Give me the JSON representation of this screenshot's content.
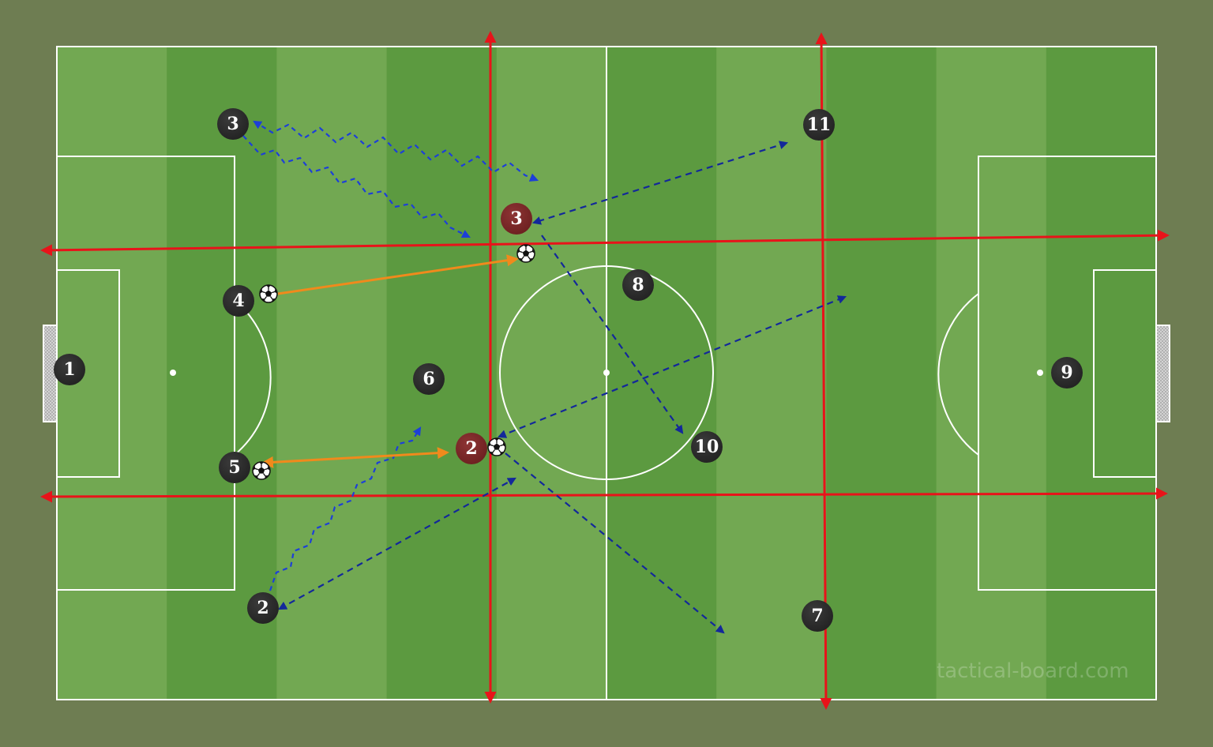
{
  "board": {
    "pitch_color_light": "#72a852",
    "pitch_color_dark": "#5c9a40",
    "line_color": "#ffffff",
    "background_color": "#6e7d52",
    "watermark": "tactical-board.com"
  },
  "colors": {
    "team_player": "#2f2f2f",
    "opponent_player": "#7a2a2a",
    "zone_line": "#e8131a",
    "pass_line": "#f08a1c",
    "run_line": "#1638b8",
    "dribble_line": "#1d3fd8"
  },
  "players": [
    {
      "label": "1",
      "team": "home"
    },
    {
      "label": "2",
      "team": "home"
    },
    {
      "label": "3",
      "team": "home"
    },
    {
      "label": "4",
      "team": "home"
    },
    {
      "label": "5",
      "team": "home"
    },
    {
      "label": "6",
      "team": "home"
    },
    {
      "label": "7",
      "team": "home"
    },
    {
      "label": "8",
      "team": "home"
    },
    {
      "label": "9",
      "team": "home"
    },
    {
      "label": "10",
      "team": "home"
    },
    {
      "label": "11",
      "team": "home"
    },
    {
      "label": "3",
      "team": "opponent"
    },
    {
      "label": "2",
      "team": "opponent"
    }
  ],
  "icons": [
    "ball-icon",
    "ball-icon",
    "ball-icon",
    "ball-icon"
  ]
}
